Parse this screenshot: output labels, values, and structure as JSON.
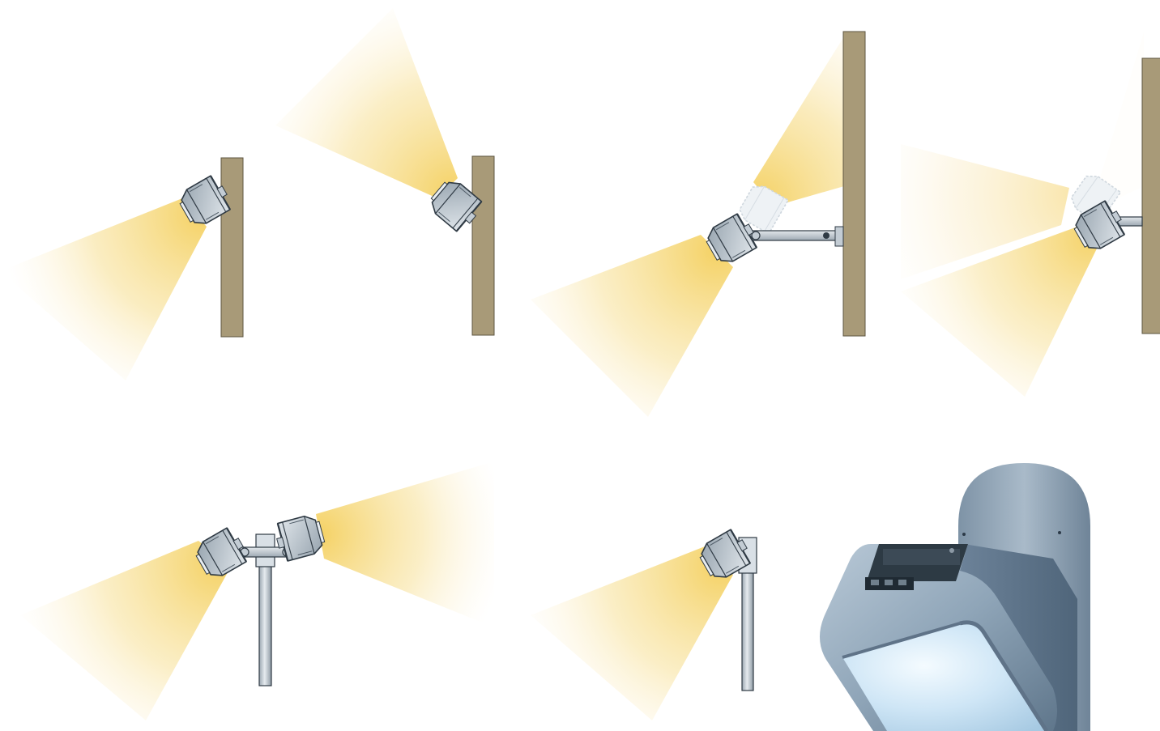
{
  "figure": {
    "colors": {
      "background": "#ffffff",
      "wall": "#a89a78",
      "wall_edge": "#5e5540",
      "beam": "#f6d77a",
      "fixture_body": "#b9c4ce",
      "fixture_edge": "#2f3a44",
      "pole": "#c9d2d9",
      "photo_housing": "#8ea2b4",
      "photo_lens": "#d8ecf8"
    },
    "panels": [
      {
        "id": "wall-mount-downlight",
        "mount": "wall",
        "icon": "floodlight-icon"
      },
      {
        "id": "wall-mount-uplight",
        "mount": "wall",
        "icon": "floodlight-icon"
      },
      {
        "id": "wall-arm-mount-dual-aim",
        "mount": "wall-arm",
        "icon": "floodlight-icon"
      },
      {
        "id": "wall-bracket-dual-beam",
        "mount": "wall-bracket",
        "icon": "floodlight-icon"
      },
      {
        "id": "pole-top-twin-head",
        "mount": "pole",
        "icon": "floodlight-icon"
      },
      {
        "id": "pole-top-single-head",
        "mount": "pole",
        "icon": "floodlight-icon"
      },
      {
        "id": "product-photo",
        "mount": "pole",
        "icon": "floodlight-photo"
      }
    ]
  }
}
